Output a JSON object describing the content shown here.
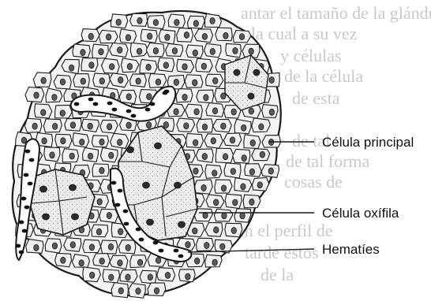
{
  "background_text": [
    "antar el tamaño de la glándula",
    "la cual a su vez",
    "y células",
    "de la célula",
    "de esta",
    "de tal",
    "de tal forma",
    "cosas de",
    "en el perfil de",
    "tarde estos",
    "de la"
  ],
  "labels": {
    "principal": "Célula principal",
    "oxifila": "Célula oxífila",
    "hematies": "Hematíes"
  },
  "colors": {
    "ink": "#1a1a1a",
    "cell_fill": "#ededed",
    "oxyphil_fill": "#e4e4e4",
    "faded_text": "#c9c9c9"
  }
}
